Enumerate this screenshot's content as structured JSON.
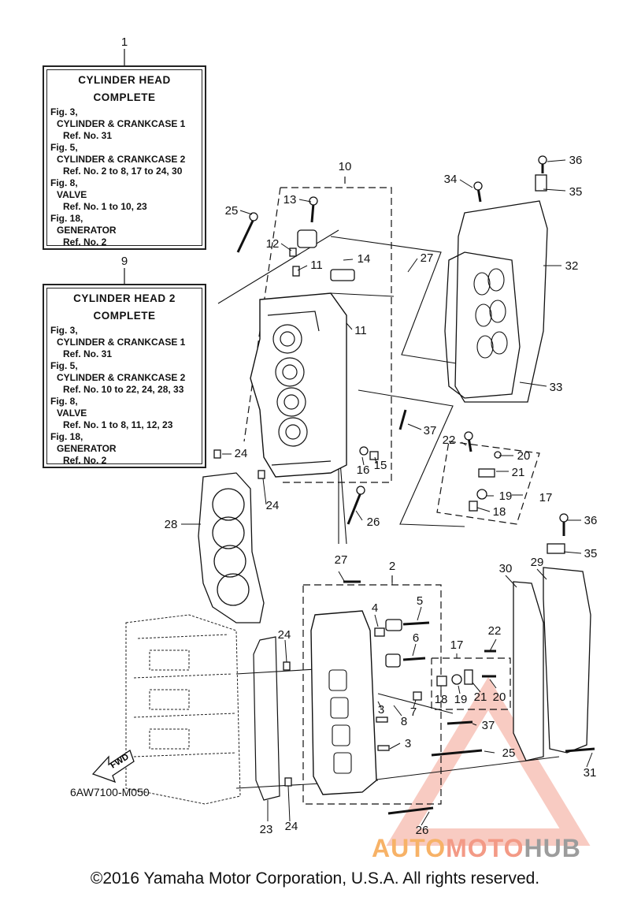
{
  "boxes": [
    {
      "ref": "1",
      "title_lines": [
        "CYLINDER  HEAD",
        "COMPLETE"
      ],
      "lines": [
        {
          "t": "Fig. 3,",
          "i": 0
        },
        {
          "t": "CYLINDER & CRANKCASE 1",
          "i": 1
        },
        {
          "t": "Ref. No. 31",
          "i": 2
        },
        {
          "t": "Fig. 5,",
          "i": 0
        },
        {
          "t": "CYLINDER & CRANKCASE 2",
          "i": 1
        },
        {
          "t": "Ref. No. 2 to 8, 17 to 24, 30",
          "i": 2
        },
        {
          "t": "Fig. 8,",
          "i": 0
        },
        {
          "t": "VALVE",
          "i": 1
        },
        {
          "t": "Ref. No. 1 to 10, 23",
          "i": 2
        },
        {
          "t": "Fig. 18,",
          "i": 0
        },
        {
          "t": "GENERATOR",
          "i": 1
        },
        {
          "t": "Ref. No. 2",
          "i": 2
        }
      ]
    },
    {
      "ref": "9",
      "title_lines": [
        "CYLINDER  HEAD 2",
        "COMPLETE"
      ],
      "lines": [
        {
          "t": "Fig. 3,",
          "i": 0
        },
        {
          "t": "CYLINDER & CRANKCASE 1",
          "i": 1
        },
        {
          "t": "Ref. No. 31",
          "i": 2
        },
        {
          "t": "Fig. 5,",
          "i": 0
        },
        {
          "t": "CYLINDER & CRANKCASE 2",
          "i": 1
        },
        {
          "t": "Ref. No. 10 to 22, 24, 28, 33",
          "i": 2
        },
        {
          "t": "Fig. 8,",
          "i": 0
        },
        {
          "t": "VALVE",
          "i": 1
        },
        {
          "t": "Ref. No. 1 to 8, 11, 12, 23",
          "i": 2
        },
        {
          "t": "Fig. 18,",
          "i": 0
        },
        {
          "t": "GENERATOR",
          "i": 1
        },
        {
          "t": "Ref. No. 2",
          "i": 2
        }
      ]
    }
  ],
  "callouts": [
    "1",
    "9",
    "10",
    "13",
    "25",
    "12",
    "11",
    "14",
    "27",
    "11",
    "37",
    "24",
    "16",
    "15",
    "24",
    "26",
    "28",
    "34",
    "36",
    "35",
    "32",
    "33",
    "22",
    "20",
    "21",
    "19",
    "17",
    "18",
    "36",
    "35",
    "30",
    "29",
    "2",
    "4",
    "5",
    "27",
    "6",
    "22",
    "17",
    "7",
    "18",
    "19",
    "21",
    "20",
    "3",
    "8",
    "37",
    "3",
    "25",
    "31",
    "24",
    "23",
    "24",
    "26"
  ],
  "fwd_label": "FWD",
  "drawing_code": "6AW7100-M050",
  "watermark": {
    "part1": "AUTO",
    "part2": "MOTO",
    "part3": "HUB"
  },
  "copyright": "©2016 Yamaha Motor Corporation, U.S.A. All rights reserved."
}
